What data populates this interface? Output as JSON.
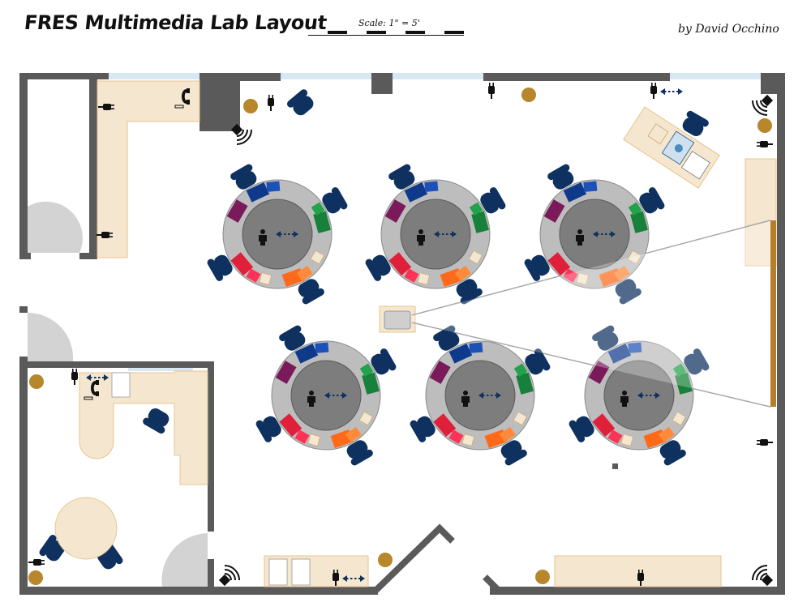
{
  "header": {
    "title": "FRES Multimedia Lab Layout",
    "scale_label": "Scale: 1\" = 5'",
    "author": "by David Occhino"
  },
  "colors": {
    "wall": "#5a5a5a",
    "window": "#d7e8f3",
    "counter": "#f5e6d0",
    "counter_edge": "#e8c48e",
    "chair": "#0f3160",
    "table_outer": "#bdbdbd",
    "table_inner": "#7d7d7d",
    "door": "#d3d3d3",
    "speaker_post": "#b8862b",
    "projector_screen": "#b57f2a",
    "seat_colors": [
      "#0f3a8c",
      "#17803a",
      "#ff6a1a",
      "#e01f3a",
      "#7a1a5a",
      "#f5e6d0"
    ]
  },
  "icons": [
    "outlet-icon",
    "phone-icon",
    "network-icon",
    "wifi-icon",
    "person-icon",
    "chair-icon",
    "speaker-icon",
    "projector-icon"
  ],
  "tables": [
    {
      "id": "table-1",
      "row": 1,
      "col": 1
    },
    {
      "id": "table-2",
      "row": 1,
      "col": 2
    },
    {
      "id": "table-3",
      "row": 1,
      "col": 3,
      "projector_shadow": true
    },
    {
      "id": "table-4",
      "row": 2,
      "col": 1
    },
    {
      "id": "table-5",
      "row": 2,
      "col": 2
    },
    {
      "id": "table-6",
      "row": 2,
      "col": 3,
      "projector_shadow": true
    }
  ]
}
